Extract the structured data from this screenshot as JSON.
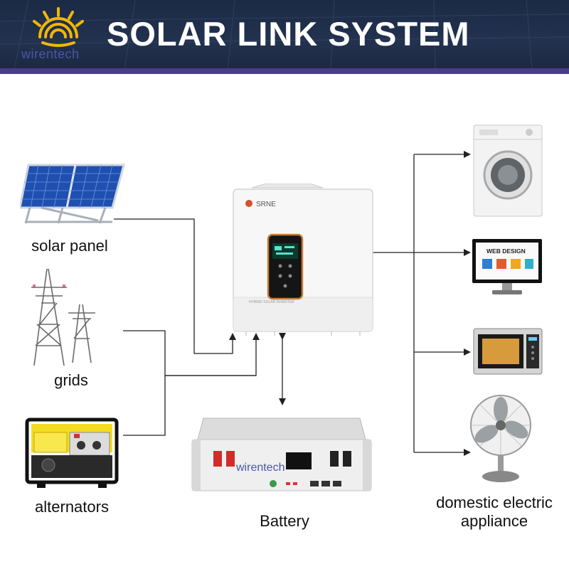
{
  "header": {
    "title": "SOLAR LINK SYSTEM",
    "brand": "wirentech"
  },
  "inputs": {
    "solar_panel": "solar panel",
    "grids": "grids",
    "alternators": "alternators"
  },
  "inverter": {
    "brand": "SRNE",
    "model_text": "HYBRID SOLAR INVERTER"
  },
  "battery": {
    "label": "Battery",
    "brand": "wirentech"
  },
  "outputs": {
    "label": "domestic electric appliance",
    "monitor_text": "WEB DESIGN"
  },
  "colors": {
    "header_bg": "#1f2d48",
    "header_strip": "#4a3a8c",
    "logo_gold": "#f2b705",
    "line": "#222222",
    "connector_red": "#d42a2a"
  }
}
